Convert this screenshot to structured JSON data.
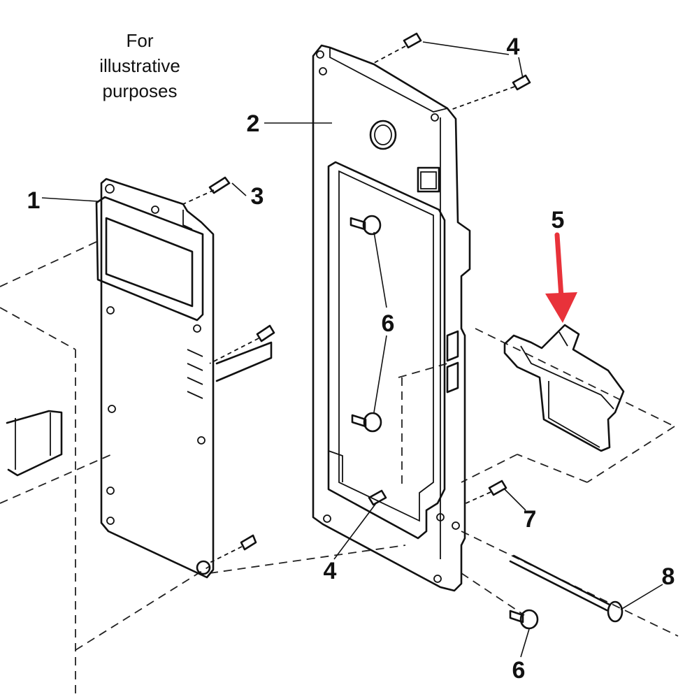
{
  "caption": {
    "lines": [
      "For",
      "illustrative",
      "purposes"
    ]
  },
  "callouts": {
    "c1": "1",
    "c2": "2",
    "c3": "3",
    "c4_top": "4",
    "c4_bottom": "4",
    "c5": "5",
    "c6_middle": "6",
    "c6_bottom": "6",
    "c7": "7",
    "c8": "8"
  },
  "colors": {
    "line": "#111111",
    "highlight_arrow": "#e8323a",
    "background": "#ffffff"
  }
}
